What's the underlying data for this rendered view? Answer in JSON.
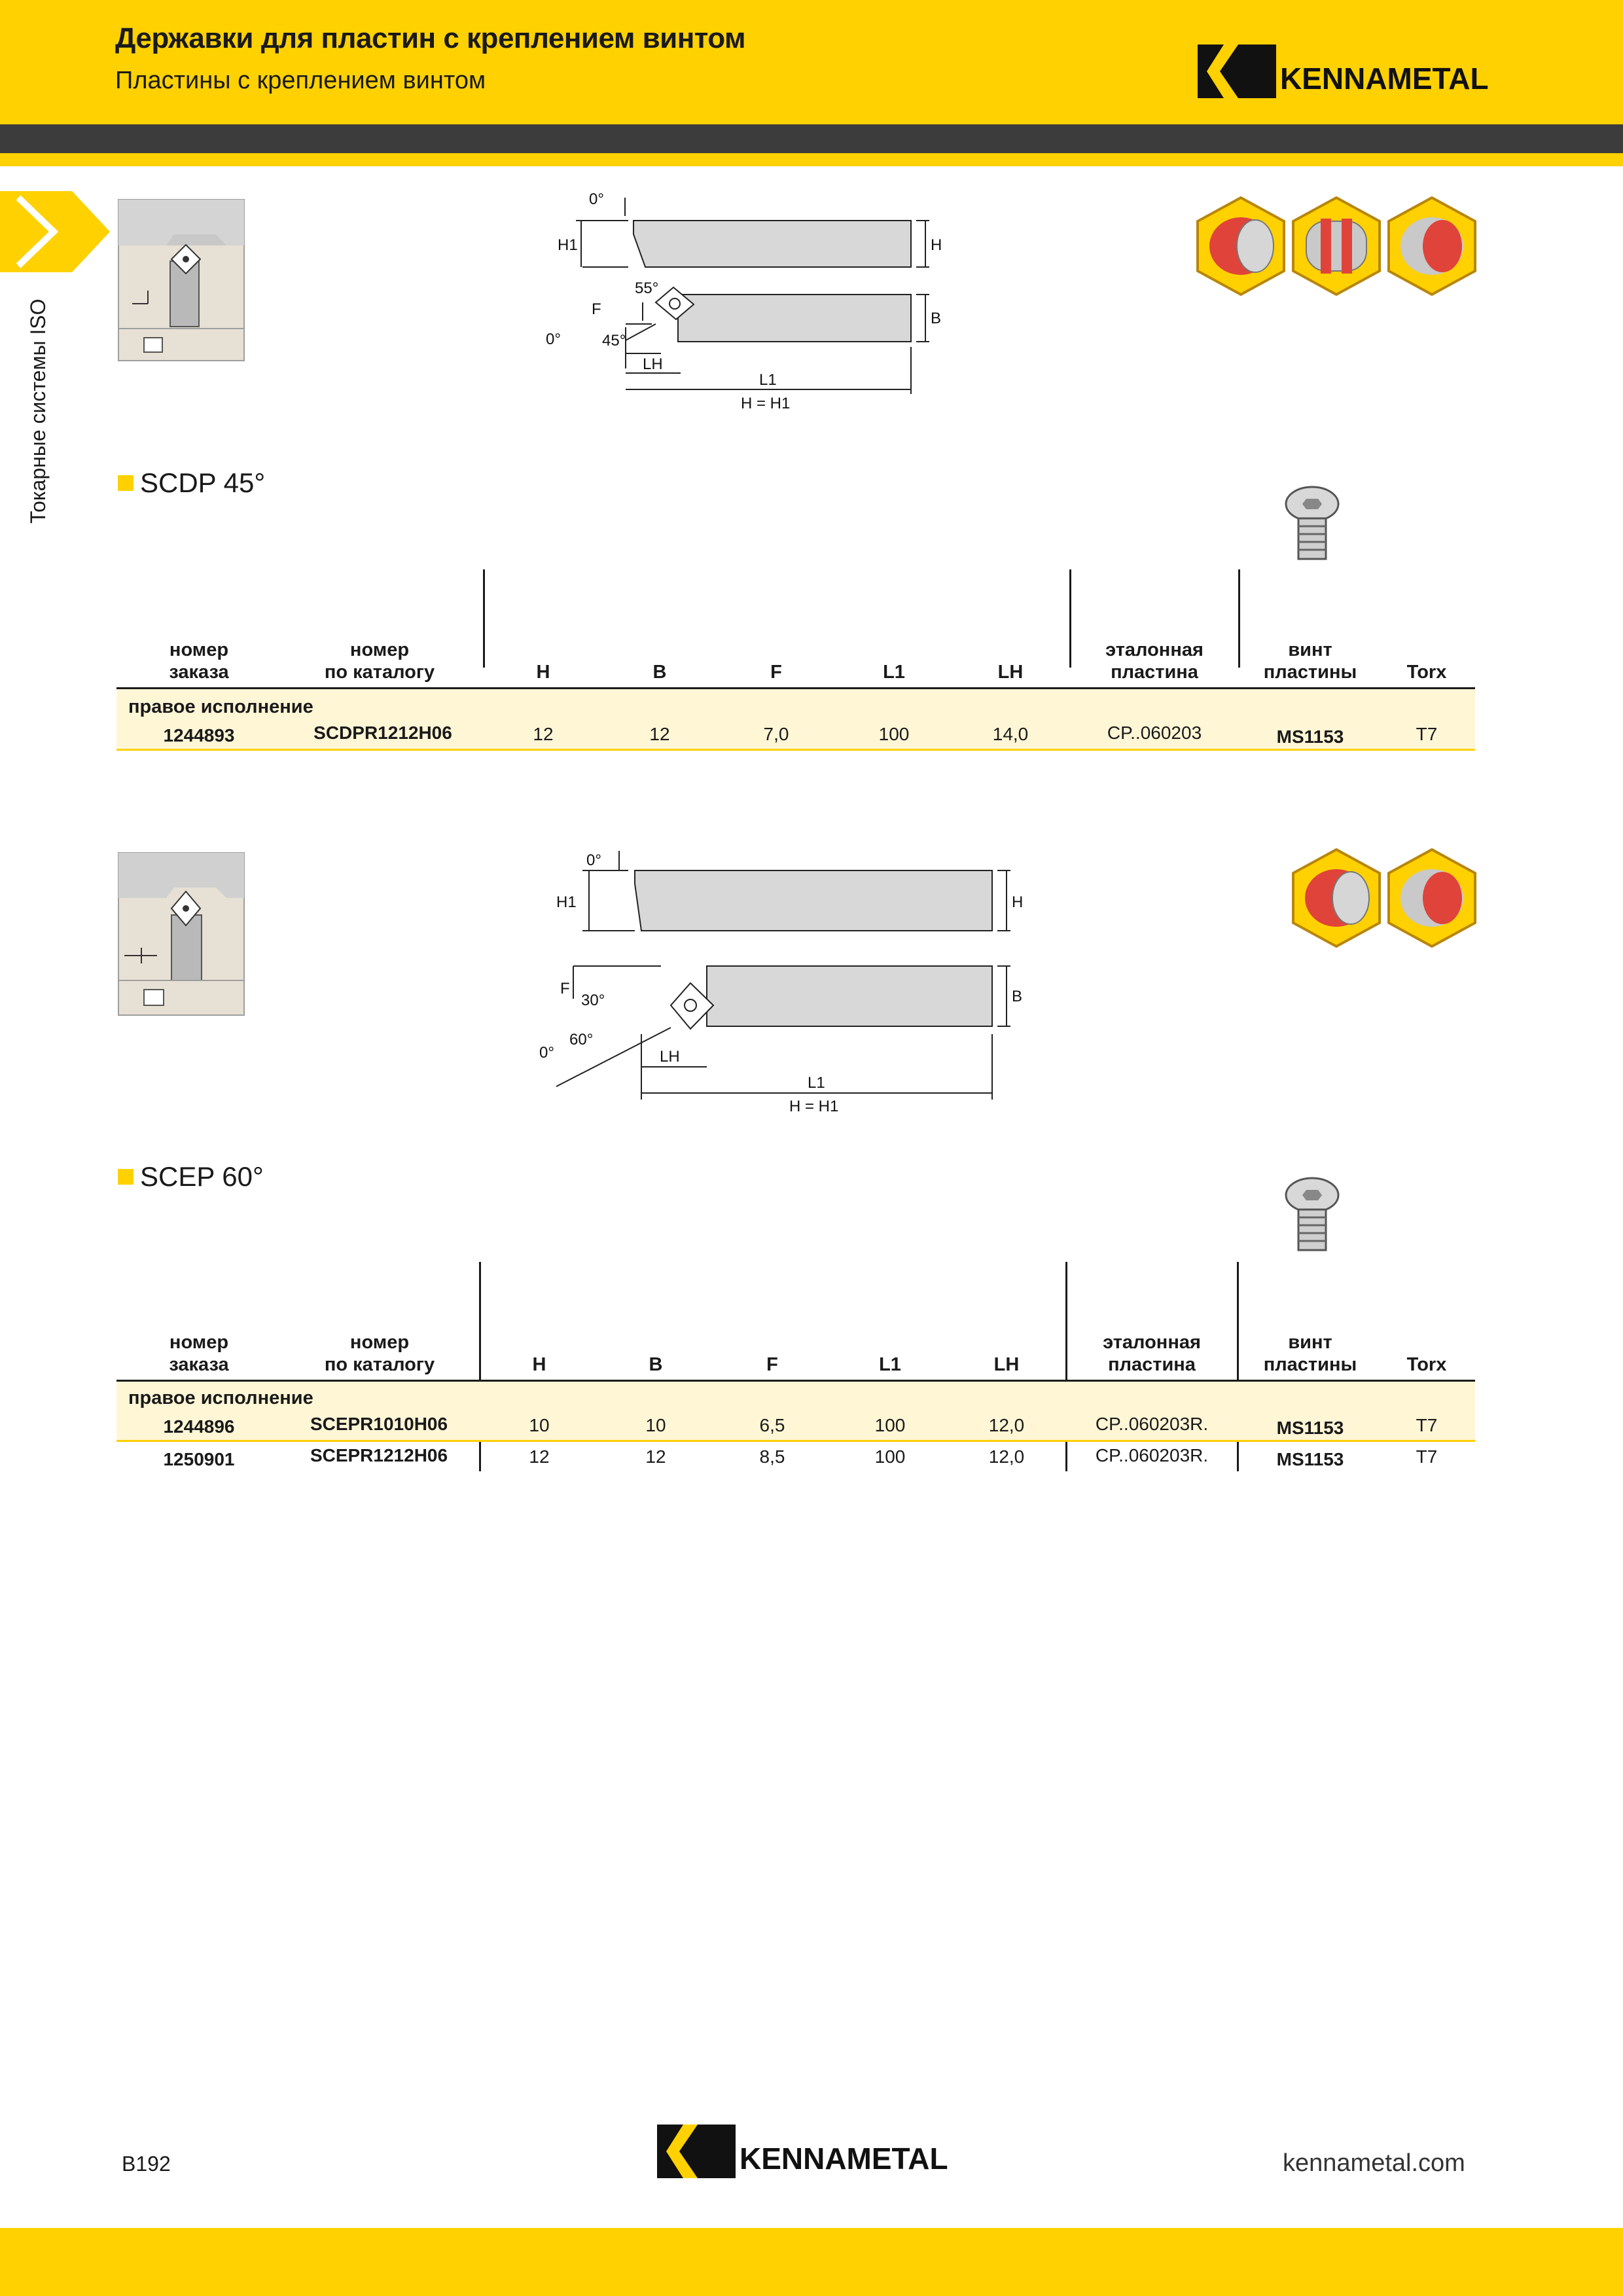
{
  "header": {
    "title": "Державки для пластин с креплением винтом",
    "subtitle": "Пластины с креплением винтом",
    "brand": "KENNAMETAL"
  },
  "sidebar": {
    "label": "Токарные системы ISO"
  },
  "diagram_labels": {
    "d1": {
      "zero_top": "0°",
      "h1": "H1",
      "h": "H",
      "angle55": "55°",
      "f": "F",
      "b": "B",
      "zero_side": "0°",
      "angle45": "45°",
      "lh": "LH",
      "l1": "L1",
      "hh1": "H = H1"
    },
    "d2": {
      "zero_top": "0°",
      "h1": "H1",
      "h": "H",
      "f": "F",
      "angle30": "30°",
      "b": "B",
      "angle60": "60°",
      "zero_side": "0°",
      "lh": "LH",
      "l1": "L1",
      "hh1": "H = H1"
    }
  },
  "sections": [
    {
      "title": "SCDP 45°",
      "headers": {
        "order_no": [
          "номер",
          "заказа"
        ],
        "catalog_no": [
          "номер",
          "по каталогу"
        ],
        "H": "H",
        "B": "B",
        "F": "F",
        "L1": "L1",
        "LH": "LH",
        "insert": [
          "эталонная",
          "пластина"
        ],
        "screw": [
          "винт",
          "пластины"
        ],
        "torx": "Torx"
      },
      "group": "правое исполнение",
      "rows": [
        {
          "order_no": "1244893",
          "catalog_no": "SCDPR1212H06",
          "H": "12",
          "B": "12",
          "F": "7,0",
          "L1": "100",
          "LH": "14,0",
          "insert": "CP..060203",
          "screw": "MS1153",
          "torx": "T7"
        }
      ]
    },
    {
      "title": "SCEP 60°",
      "headers": {
        "order_no": [
          "номер",
          "заказа"
        ],
        "catalog_no": [
          "номер",
          "по каталогу"
        ],
        "H": "H",
        "B": "B",
        "F": "F",
        "L1": "L1",
        "LH": "LH",
        "insert": [
          "эталонная",
          "пластина"
        ],
        "screw": [
          "винт",
          "пластины"
        ],
        "torx": "Torx"
      },
      "group": "правое исполнение",
      "rows": [
        {
          "order_no": "1244896",
          "catalog_no": "SCEPR1010H06",
          "H": "10",
          "B": "10",
          "F": "6,5",
          "L1": "100",
          "LH": "12,0",
          "insert": "CP..060203R.",
          "screw": "MS1153",
          "torx": "T7"
        },
        {
          "order_no": "1250901",
          "catalog_no": "SCEPR1212H06",
          "H": "12",
          "B": "12",
          "F": "8,5",
          "L1": "100",
          "LH": "12,0",
          "insert": "CP..060203R.",
          "screw": "MS1153",
          "torx": "T7"
        }
      ]
    }
  ],
  "footer": {
    "page_number": "B192",
    "brand": "KENNAMETAL",
    "website": "kennametal.com"
  },
  "colors": {
    "accent": "#ffd100",
    "dark_bar": "#3c3c3c",
    "row_highlight": "#fff6d6"
  }
}
